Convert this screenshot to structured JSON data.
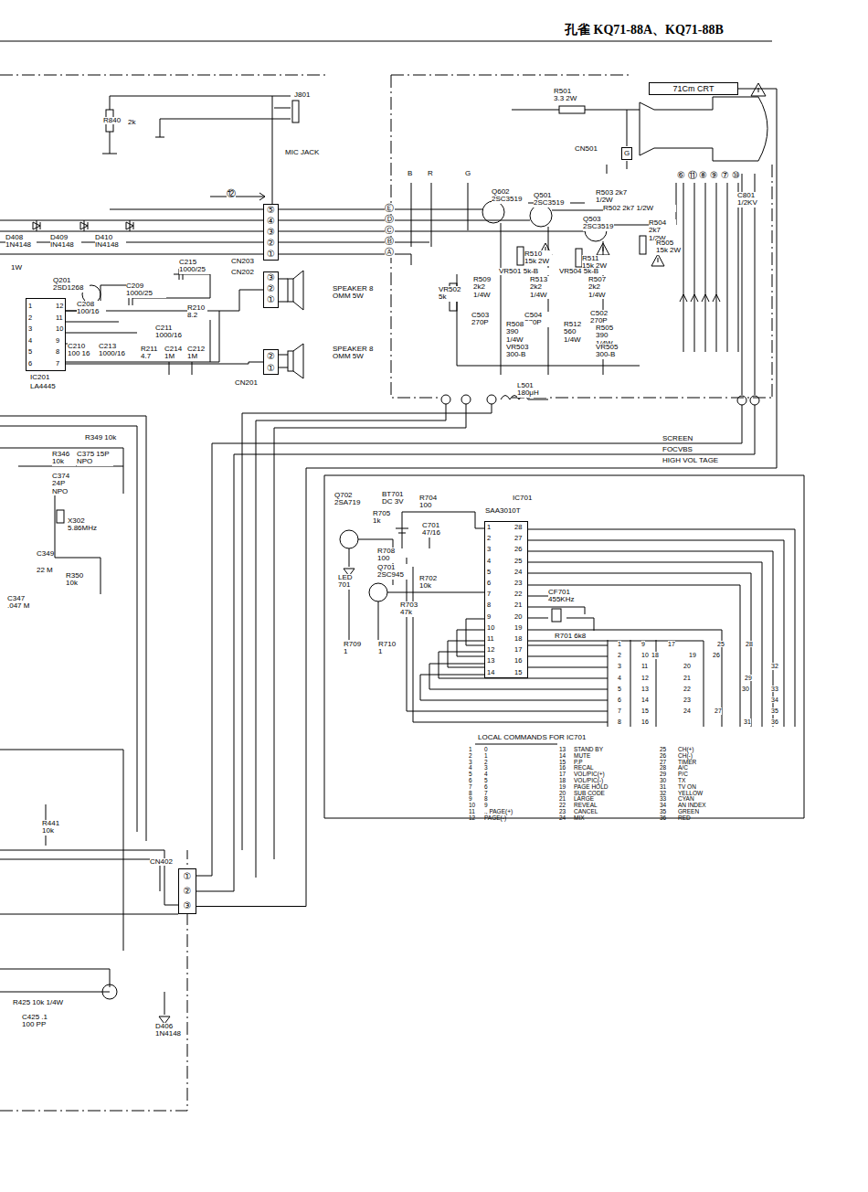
{
  "diagram": {
    "title": "孔雀 KQ71-88A、KQ71-88B",
    "nodes": [
      {
        "text": [
          "IC201",
          "LA4445"
        ]
      },
      {
        "text": [
          "IC701",
          "SAA3010T"
        ]
      },
      {
        "text": [
          "CN203",
          "⑤",
          "④",
          "③",
          "②",
          "①"
        ]
      },
      {
        "text": [
          "CN202",
          "③",
          "②",
          "①"
        ]
      },
      {
        "text": [
          "CN201",
          "②",
          "①"
        ]
      },
      {
        "text": [
          "CN402",
          "①",
          "②",
          "③"
        ]
      },
      {
        "text": [
          "71Cm CRT"
        ]
      },
      {
        "text": [
          "CN501",
          "G"
        ]
      }
    ],
    "edges": [
      {
        "from": 0,
        "to": 3,
        "arrow": "none"
      },
      {
        "from": 0,
        "to": 4,
        "arrow": "none"
      },
      {
        "from": 5,
        "to": 6,
        "arrow": "none"
      }
    ],
    "labels": [
      "J801",
      "MIC JACK",
      "R840",
      "2k",
      "⑫",
      "D408 1N4148",
      "D409 IN4148",
      "D410 IN4148",
      "1W",
      "Q201 2SD1268",
      "C215 1000/25",
      "C209 1000/25",
      "C208 100/16",
      "C211 1000/16",
      "R210 8.2",
      "C210 100 16",
      "C213 1000/16",
      "R211 4.7",
      "C214 1M",
      "C212 1M",
      "SPEAKER 8 OMM 5W",
      "SPEAKER 8 OMM 5W",
      "R501 3.3 2W",
      "B",
      "R",
      "G",
      "Ⓔ",
      "Ⓓ",
      "Ⓒ",
      "Ⓑ",
      "Ⓐ",
      "Q602 2SC3519",
      "Q501 2SC3519",
      "R503 2k7 1/2W",
      "R502 2k7 1/2W",
      "Q503 2SC3519",
      "R504 2k7 1/2W",
      "R505 15k 2W",
      "R510 15k 2W",
      "R511 15k 2W",
      "VR501 5k-B",
      "VR504 5k-B",
      "VR502 5k",
      "R509 2k2 1/4W",
      "R513 2k2 1/4W",
      "R507 2k2 1/4W",
      "C503 270P",
      "C504 270P",
      "C502 270P",
      "R508 390 1/4W",
      "R512 560 1/4W",
      "R505 390 1/4W",
      "VR503 300-B",
      "VR505 300-B",
      "L501 180μH",
      "⑥",
      "⑪",
      "⑧",
      "⑨",
      "⑦",
      "⑩",
      "C801 1/2KV",
      "SCREEN",
      "FOCVBS",
      "HIGH VOL TAGE",
      "Q702 2SA719",
      "BT701 DC 3V",
      "R704 100",
      "R705 1k",
      "C701 47/16",
      "R708 100",
      "Q701 2SC945",
      "LED 701",
      "R702 10k",
      "R703 47k",
      "CF701 455KHz",
      "R701 6k8",
      "R709 1",
      "R710 1",
      "LOCAL COMMANDS FOR IC701",
      "R349 10k",
      "R346 10k",
      "C375 15P NPO",
      "C374 24P NPO",
      "X302 5.86MHz",
      "R350 10k",
      "C349",
      "22 M",
      "C347 .047 M",
      "R441 10k",
      "R425 10k 1/4W",
      "C425 .1 100 PP",
      "D406 1N4148",
      "1",
      "2",
      "3",
      "4",
      "5",
      "6",
      "7",
      "8",
      "9",
      "10",
      "11",
      "12",
      "13",
      "14",
      "28",
      "27",
      "26",
      "25",
      "24",
      "23",
      "22",
      "21",
      "20",
      "19",
      "18",
      "17",
      "16",
      "15",
      "1",
      "2",
      "3",
      "4",
      "5",
      "6",
      "12",
      "11",
      "10",
      "9",
      "8",
      "7",
      "1",
      "2",
      "3",
      "4",
      "5",
      "6",
      "7",
      "8",
      "9",
      "10",
      "11",
      "12",
      "13",
      "14",
      "15",
      "16",
      "17",
      "18",
      "19",
      "20",
      "21",
      "22",
      "23",
      "24",
      "25",
      "26",
      "27",
      "28",
      "29",
      "30",
      "31",
      "32",
      "33",
      "34",
      "35",
      "36",
      "1",
      "0",
      "2",
      "1",
      "3",
      "2",
      "4",
      "3",
      "5",
      "4",
      "6",
      "5",
      "7",
      "6",
      "8",
      "7",
      "9",
      "8",
      "10",
      "9",
      "11",
      "., PAGE(+)",
      "12",
      "PAGE(-)",
      "13",
      "STAND BY",
      "14",
      "MUTE",
      "15",
      "P.P",
      "16",
      "RECAL",
      "17",
      "VOL/PIC(+)",
      "18",
      "VOL/PIC(-)",
      "19",
      "PAGE HOLD",
      "20",
      "SUB CODE",
      "21",
      "LARGE",
      "22",
      "REVEAL",
      "23",
      "CANCEL",
      "24",
      "MIX",
      "25",
      "CH(+)",
      "26",
      "CH(-)",
      "27",
      "TIMER",
      "28",
      "A/C",
      "29",
      "P/C",
      "30",
      "TX",
      "31",
      "TV ON",
      "32",
      "YELLOW",
      "33",
      "CYAN",
      "34",
      "AN INDEX",
      "35",
      "GREEN",
      "36",
      "RED"
    ]
  }
}
